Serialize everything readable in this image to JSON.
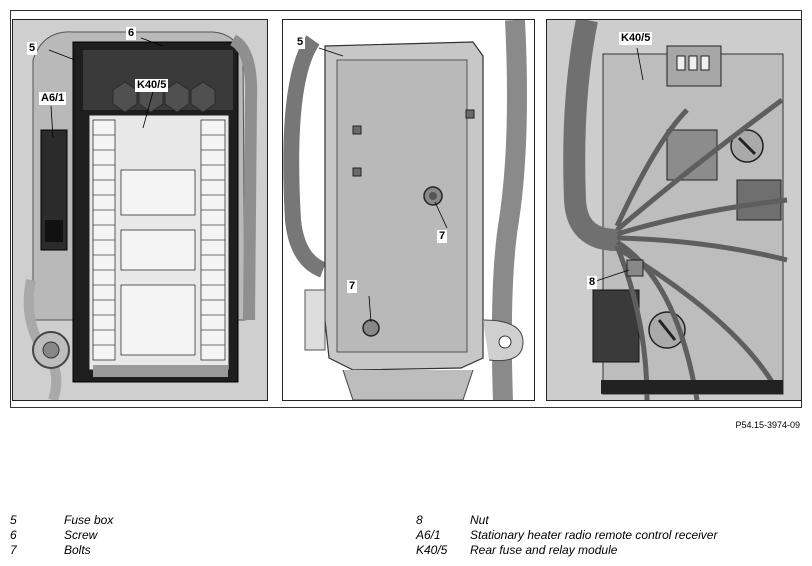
{
  "figure_id": "P54.15-3974-09",
  "callouts": {
    "p1_5": "5",
    "p1_6": "6",
    "p1_a61": "A6/1",
    "p1_k405": "K40/5",
    "p2_5": "5",
    "p2_7a": "7",
    "p2_7b": "7",
    "p3_k405": "K40/5",
    "p3_8": "8"
  },
  "legend": [
    {
      "code": "5",
      "description": "Fuse box"
    },
    {
      "code": "6",
      "description": "Screw"
    },
    {
      "code": "7",
      "description": "Bolts"
    },
    {
      "code": "8",
      "description": "Nut"
    },
    {
      "code": "A6/1",
      "description": "Stationary heater radio remote control receiver"
    },
    {
      "code": "K40/5",
      "description": "Rear fuse and relay module"
    }
  ]
}
